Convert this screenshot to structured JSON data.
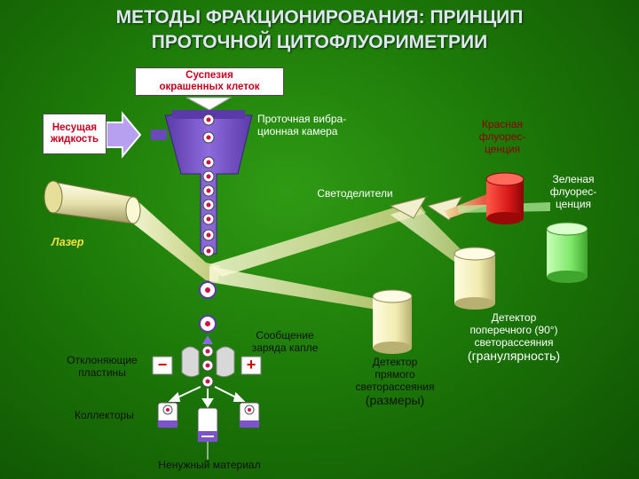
{
  "title": {
    "line1": "МЕТОДЫ ФРАКЦИОНИРОВАНИЯ: ПРИНЦИП",
    "line2": "ПРОТОЧНОЙ ЦИТОФЛУОРИМЕТРИИ"
  },
  "labels": {
    "suspension_line1": "Суспезия",
    "suspension_line2": "окрашенных клеток",
    "carrier_line1": "Несущая",
    "carrier_line2": "жидкость",
    "flow_chamber_line1": "Проточная вибра-",
    "flow_chamber_line2": "ционная камера",
    "red_fluo_line1": "Красная",
    "red_fluo_line2": "флуорес-",
    "red_fluo_line3": "ценция",
    "green_fluo_line1": "Зеленая",
    "green_fluo_line2": "флуорес-",
    "green_fluo_line3": "ценция",
    "beam_splitters": "Светоделители",
    "laser": "Лазер",
    "charge_line1": "Сообщение",
    "charge_line2": "заряда капле",
    "deflecting_line1": "Отклоняющие",
    "deflecting_line2": "пластины",
    "collectors": "Коллекторы",
    "waste": "Ненужный материал",
    "forward_line1": "Детектор",
    "forward_line2": "прямого",
    "forward_line3": "светорассеяния",
    "forward_line4": "(размеры)",
    "side_line1": "Детектор",
    "side_line2": "поперечного (90°)",
    "side_line3": "светорассеяния",
    "side_line4": "(гранулярность)",
    "minus_sign": "−",
    "plus_sign": "+"
  },
  "colors": {
    "background": "#1d7a08",
    "chamber": "#7a54c8",
    "laser_beam": "#e8e6a0",
    "red_detector": "#d81818",
    "green_detector": "#8cf07c",
    "scatter_detector": "#f4f0b4"
  }
}
